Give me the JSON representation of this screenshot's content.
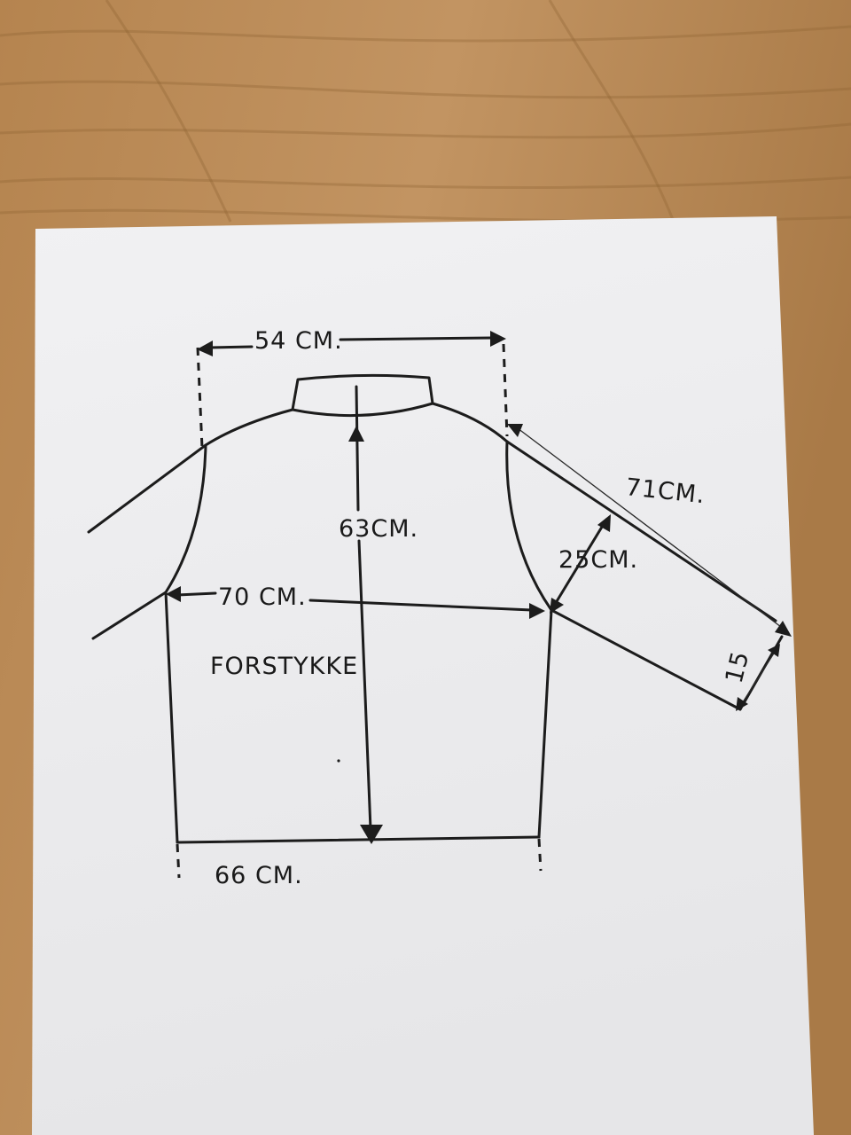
{
  "labels": {
    "chest_width": "54 CM.",
    "length": "63CM.",
    "sleeve": "71CM.",
    "upper_arm": "25CM.",
    "width": "70 CM.",
    "front_piece": "FORSTYKKE",
    "cuff": "15",
    "hem": "66 CM."
  },
  "colors": {
    "wood": "#b88a55",
    "paper": "#eeeeef",
    "ink": "#1c1c1c"
  }
}
